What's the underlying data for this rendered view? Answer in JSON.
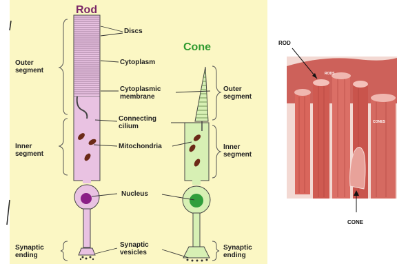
{
  "diagram": {
    "rod_title": "Rod",
    "cone_title": "Cone",
    "left_labels": {
      "outer_segment_1": "Outer",
      "outer_segment_2": "segment",
      "inner_segment_1": "Inner",
      "inner_segment_2": "segment",
      "synaptic_ending_1": "Synaptic",
      "synaptic_ending_2": "ending"
    },
    "middle_labels": {
      "discs": "Discs",
      "cytoplasm": "Cytoplasm",
      "cyto_membrane_1": "Cytoplasmic",
      "cyto_membrane_2": "membrane",
      "connecting_cilium_1": "Connecting",
      "connecting_cilium_2": "cilium",
      "mitochondria": "Mitochondria",
      "nucleus": "Nucleus",
      "synaptic_vesicles_1": "Synaptic",
      "synaptic_vesicles_2": "vesicles"
    },
    "right_labels": {
      "outer_segment_1": "Outer",
      "outer_segment_2": "segment",
      "inner_segment_1": "Inner",
      "inner_segment_2": "segment",
      "synaptic_ending_1": "Synaptic",
      "synaptic_ending_2": "ending"
    },
    "colors": {
      "background": "#fbf7c4",
      "rod_fill": "#e9c2e2",
      "rod_title": "#7a2566",
      "cone_fill": "#d7f0b4",
      "cone_title": "#2e9a2e",
      "mitochondria": "#6b2a18",
      "rod_nucleus": "#8a1f86",
      "cone_nucleus": "#2f9e3c"
    }
  },
  "micrograph": {
    "rod_label": "ROD",
    "cone_label": "CONE",
    "inset_rods": "RODS",
    "inset_cones": "CONES",
    "tint": "#d9665c"
  }
}
